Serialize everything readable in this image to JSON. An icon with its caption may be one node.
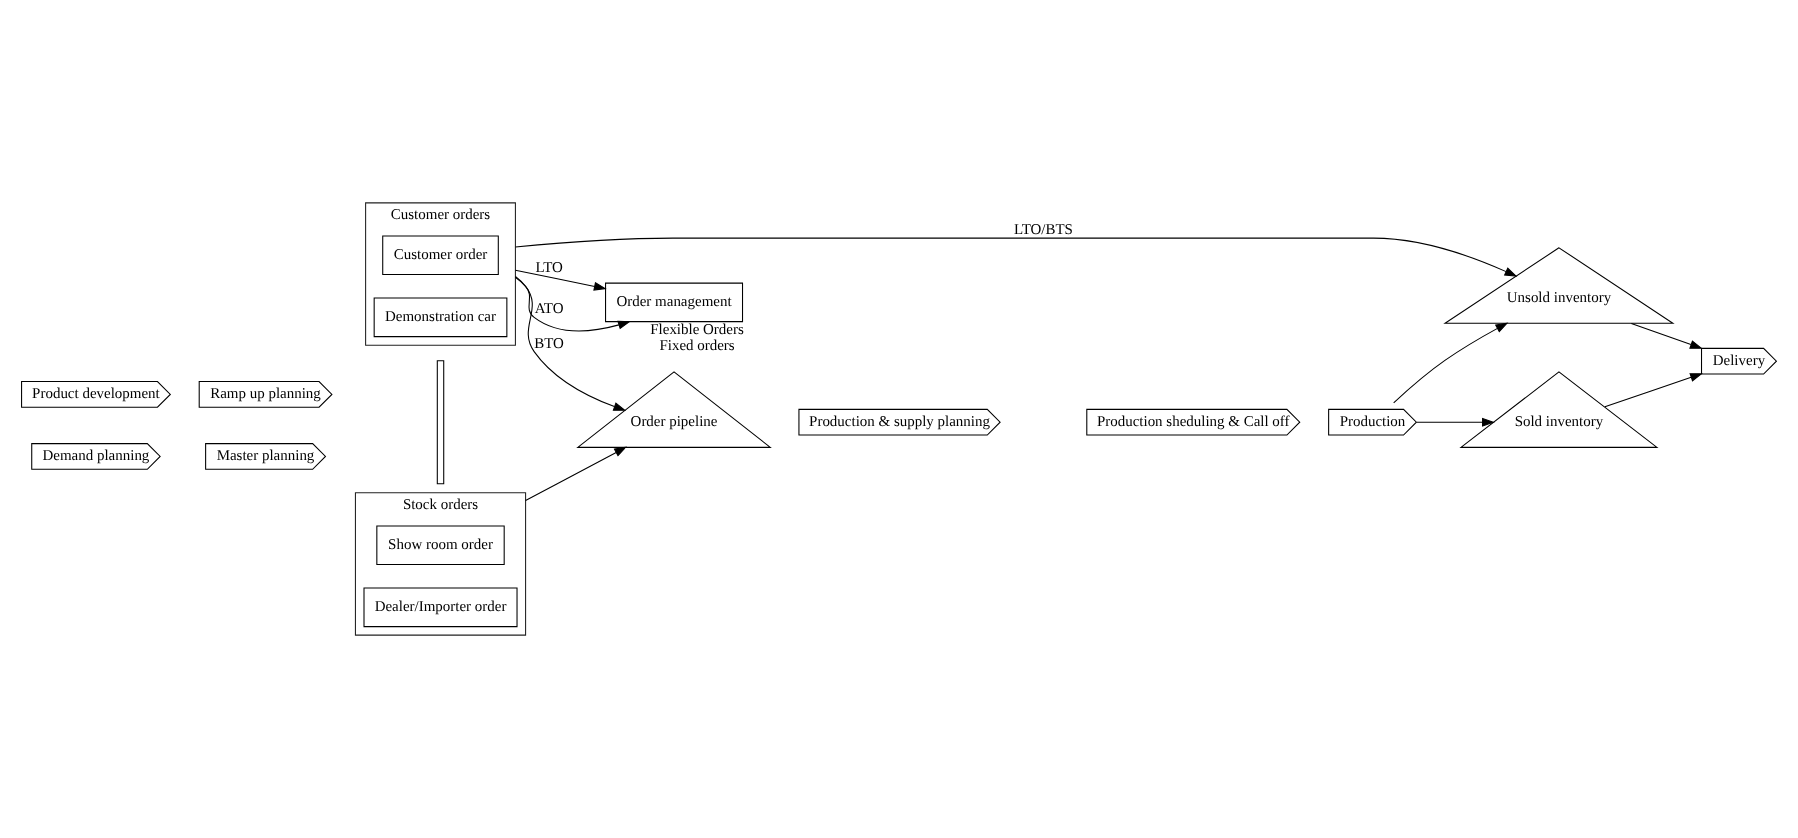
{
  "diagram": {
    "nodes": [
      {
        "text": [
          "Product development"
        ]
      },
      {
        "text": [
          "Ramp up planning"
        ]
      },
      {
        "text": [
          "Demand planning"
        ]
      },
      {
        "text": [
          "Master planning"
        ]
      },
      {
        "text": [],
        "shape": "bar"
      },
      {
        "text": [
          "Customer orders"
        ]
      },
      {
        "text": [
          "Customer order"
        ],
        "in": 5
      },
      {
        "text": [
          "Demonstration car"
        ],
        "in": 5
      },
      {
        "text": [
          "Order pipeline"
        ]
      },
      {
        "text": [
          "Order management"
        ],
        "beside": [
          "Flexible Orders",
          "Fixed orders"
        ]
      },
      {
        "text": [
          "Production & supply planning"
        ]
      },
      {
        "text": [
          "Production sheduling & Call off"
        ]
      },
      {
        "text": [
          "Production"
        ]
      },
      {
        "text": [
          "Unsold inventory"
        ]
      },
      {
        "text": [
          "Sold inventory"
        ]
      },
      {
        "text": [
          "Delivery"
        ]
      },
      {
        "text": [
          "Stock orders"
        ]
      },
      {
        "text": [
          "Show room order"
        ],
        "in": 16
      },
      {
        "text": [
          "Dealer/Importer order"
        ],
        "in": 16
      }
    ],
    "edges": [
      {
        "from": 5,
        "to": 8,
        "arrow": "to",
        "label": "BTO"
      },
      {
        "from": 5,
        "to": 9,
        "arrow": "to",
        "label": "ATO"
      },
      {
        "from": 5,
        "to": 9,
        "arrow": "to",
        "label": "LTO"
      },
      {
        "from": 5,
        "to": 13,
        "arrow": "to",
        "label": "LTO/BTS"
      },
      {
        "from": 16,
        "to": 8,
        "arrow": "to"
      },
      {
        "from": 12,
        "to": 13,
        "arrow": "to"
      },
      {
        "from": 12,
        "to": 14,
        "arrow": "to"
      },
      {
        "from": 13,
        "to": 15,
        "arrow": "to"
      },
      {
        "from": 14,
        "to": 15,
        "arrow": "to"
      }
    ]
  }
}
